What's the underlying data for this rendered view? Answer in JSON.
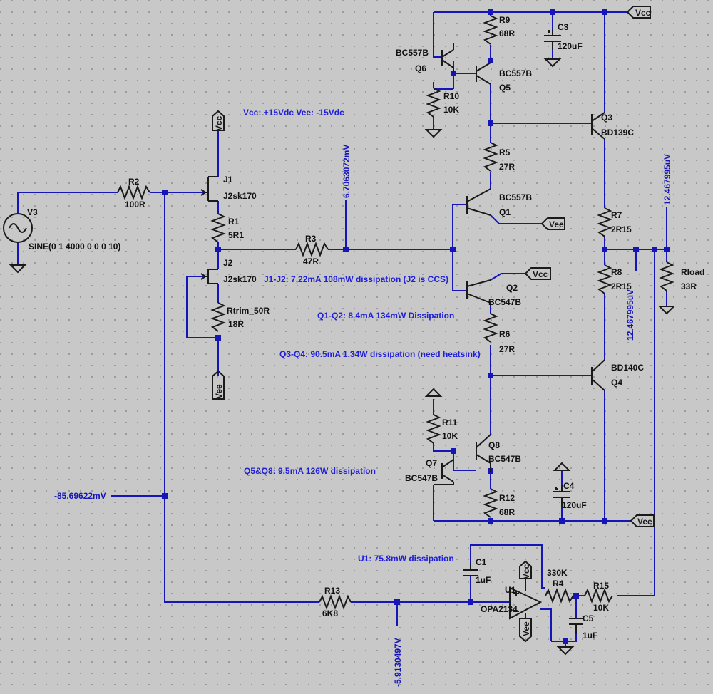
{
  "source": {
    "name": "V3",
    "value": "SINE(0 1 4000 0 0 0 10)"
  },
  "components": [
    {
      "name": "R2",
      "value": "100R"
    },
    {
      "name": "J1",
      "value": "J2sk170"
    },
    {
      "name": "R1",
      "value": "5R1"
    },
    {
      "name": "J2",
      "value": "J2sk170"
    },
    {
      "name": "Rtrim_50R",
      "value": "18R"
    },
    {
      "name": "R3",
      "value": "47R"
    },
    {
      "name": "R9",
      "value": "68R"
    },
    {
      "name": "C3",
      "value": "120uF"
    },
    {
      "name": "Q6",
      "value": "BC557B"
    },
    {
      "name": "Q5",
      "value": "BC557B"
    },
    {
      "name": "R10",
      "value": "10K"
    },
    {
      "name": "Q3",
      "value": "BD139C"
    },
    {
      "name": "R5",
      "value": "27R"
    },
    {
      "name": "Q1",
      "value": "BC557B"
    },
    {
      "name": "R7",
      "value": "2R15"
    },
    {
      "name": "R8",
      "value": "2R15"
    },
    {
      "name": "Rload",
      "value": "33R"
    },
    {
      "name": "Q2",
      "value": "BC547B"
    },
    {
      "name": "R6",
      "value": "27R"
    },
    {
      "name": "Q4",
      "value": "BD140C"
    },
    {
      "name": "R11",
      "value": "10K"
    },
    {
      "name": "Q8",
      "value": "BC547B"
    },
    {
      "name": "Q7",
      "value": "BC547B"
    },
    {
      "name": "R12",
      "value": "68R"
    },
    {
      "name": "C4",
      "value": "120uF"
    },
    {
      "name": "C1",
      "value": "1uF"
    },
    {
      "name": "U1",
      "value": "OPA2134"
    },
    {
      "name": "R4",
      "value": "330K"
    },
    {
      "name": "R15",
      "value": "10K"
    },
    {
      "name": "C5",
      "value": "1uF"
    },
    {
      "name": "R13",
      "value": "6K8"
    }
  ],
  "ports": {
    "vcc": "Vcc",
    "vee": "Vee"
  },
  "notes": {
    "supply": "Vcc: +15Vdc   Vee: -15Vdc",
    "j1j2": "J1-J2: 7,22mA 108mW dissipation (J2 is CCS)",
    "q1q2": "Q1-Q2: 8.4mA 134mW Dissipation",
    "q3q4": "Q3-Q4: 90.5mA 1,34W dissipation (need heatsink)",
    "q5q8": "Q5&Q8: 9.5mA 126W dissipation",
    "u1": "U1: 75.8mW dissipation"
  },
  "voltages": {
    "v_r3": "6.7063072mV",
    "v_out1": "12.467995uV",
    "v_out2": "12.467995uV",
    "v_fb": "-85.69622mV",
    "v_u1": "-5.9130497V"
  },
  "colors": {
    "background": "#c8c8c8",
    "wire": "#1515b8",
    "component": "#1a1a1a",
    "annotation": "#2020d8"
  }
}
